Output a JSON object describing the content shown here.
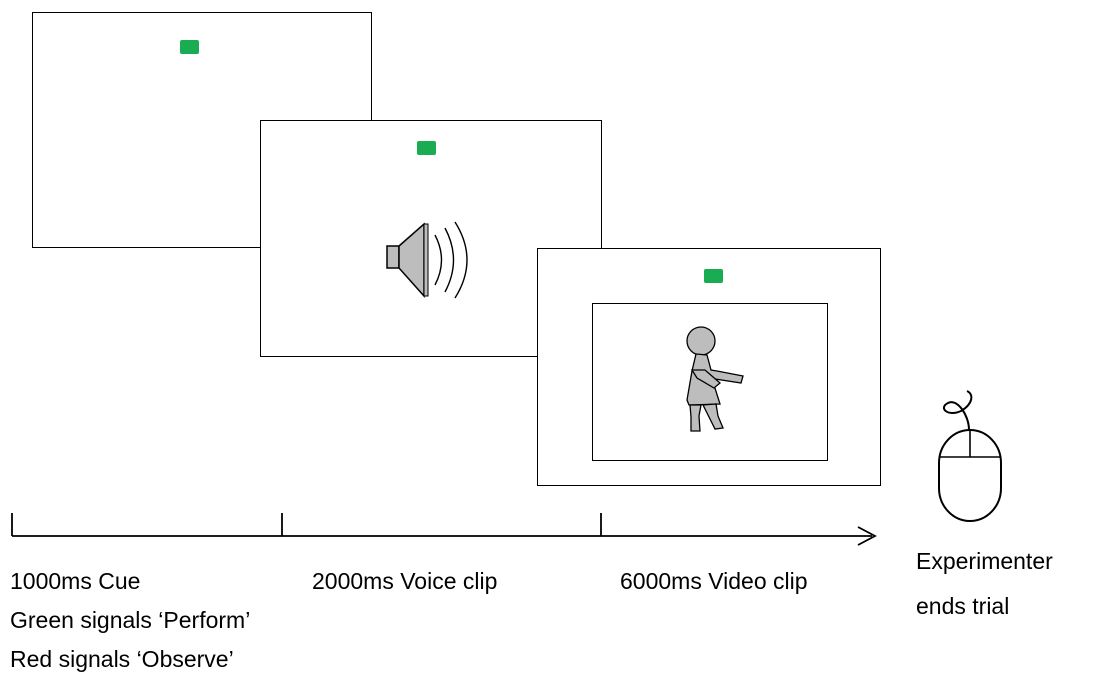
{
  "colors": {
    "cue_green": "#1aac52",
    "figure_gray": "#bdbdbd",
    "stroke": "#000000"
  },
  "icons": [
    "speaker-icon",
    "person-figure-icon",
    "mouse-icon"
  ],
  "phases": [
    {
      "duration": "1000ms Cue"
    },
    {
      "duration": "2000ms Voice clip"
    },
    {
      "duration": "6000ms Video clip"
    }
  ],
  "cue_notes": [
    "Green signals ‘Perform’",
    "Red signals ‘Observe’"
  ],
  "end": {
    "line1": "Experimenter",
    "line2": "ends trial"
  }
}
